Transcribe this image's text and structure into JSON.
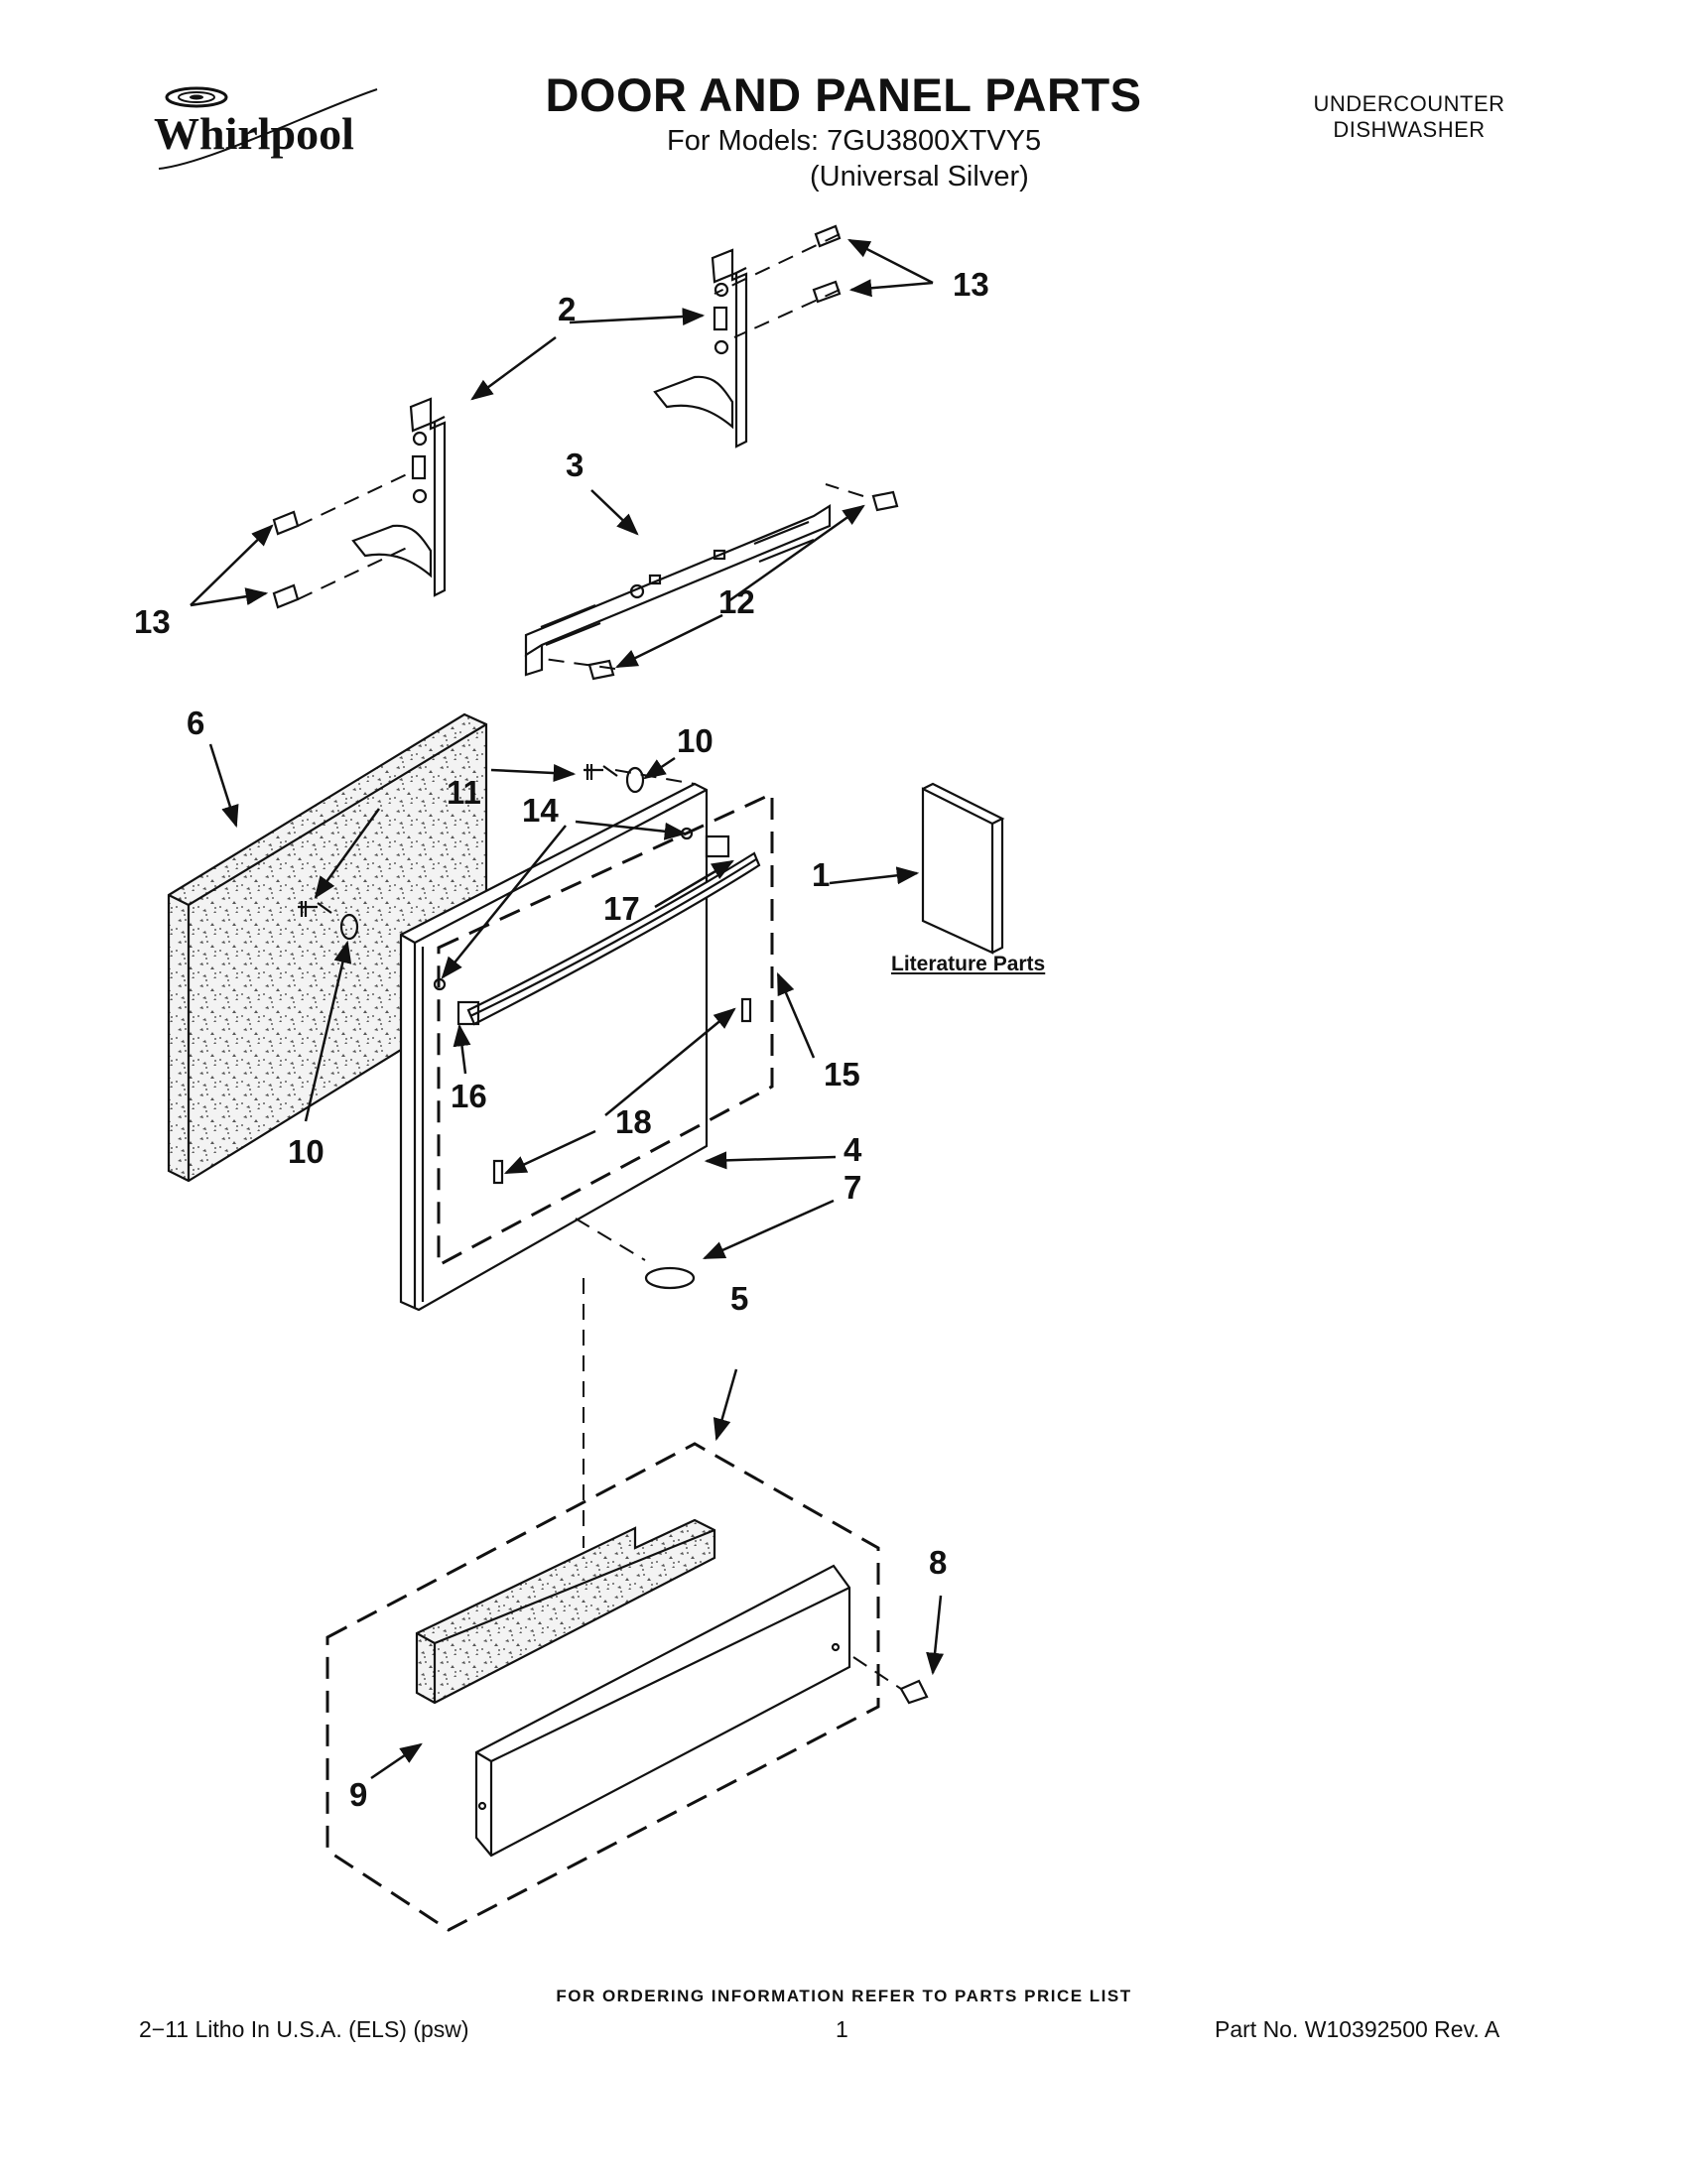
{
  "header": {
    "brand": "Whirlpool",
    "title": "DOOR AND PANEL PARTS",
    "models_line": "For Models: 7GU3800XTVY5",
    "color_line": "(Universal Silver)",
    "product_type_line1": "UNDERCOUNTER",
    "product_type_line2": "DISHWASHER"
  },
  "diagram": {
    "callouts": {
      "c1": "1",
      "c2": "2",
      "c3": "3",
      "c4": "4",
      "c5": "5",
      "c6": "6",
      "c7": "7",
      "c8": "8",
      "c9": "9",
      "c10a": "10",
      "c10b": "10",
      "c11": "11",
      "c12": "12",
      "c13a": "13",
      "c13b": "13",
      "c14": "14",
      "c15": "15",
      "c16": "16",
      "c17": "17",
      "c18": "18"
    },
    "literature_label": "Literature Parts"
  },
  "footer": {
    "note": "FOR ORDERING INFORMATION REFER TO PARTS PRICE LIST",
    "litho": "2−11 Litho In U.S.A. (ELS) (psw)",
    "page": "1",
    "part_no": "Part No. W10392500 Rev. A"
  }
}
